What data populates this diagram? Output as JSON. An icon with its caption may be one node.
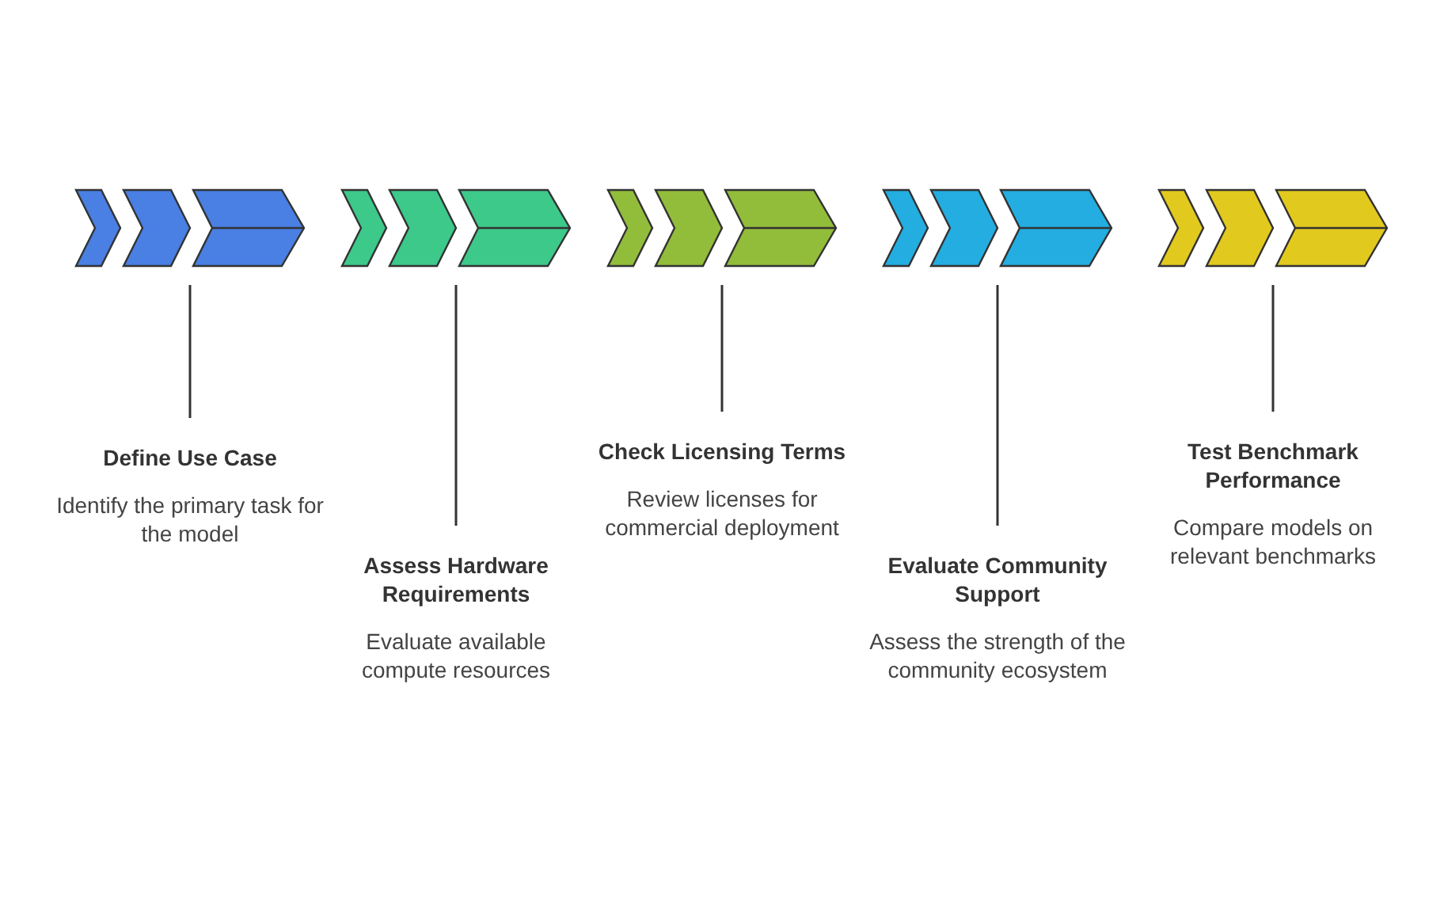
{
  "diagram": {
    "nodes": [
      {
        "text": [],
        "shape": "chevron"
      },
      {
        "text": [],
        "shape": "chevron"
      },
      {
        "text": [],
        "shape": "chevron"
      },
      {
        "text": [],
        "shape": "chevron"
      },
      {
        "text": [],
        "shape": "chevron"
      },
      {
        "text": [
          "Define Use Case",
          "Identify the primary task for the model"
        ]
      },
      {
        "text": [
          "Assess Hardware Requirements",
          "Evaluate available compute resources"
        ]
      },
      {
        "text": [
          "Check Licensing Terms",
          "Review licenses for commercial deployment"
        ]
      },
      {
        "text": [
          "Evaluate Community Support",
          "Assess the strength of the community ecosystem"
        ]
      },
      {
        "text": [
          "Test Benchmark Performance",
          "Compare models on relevant benchmarks"
        ]
      }
    ],
    "edges": [
      {
        "from": 5,
        "to": 0,
        "arrow": "none"
      },
      {
        "from": 6,
        "to": 1,
        "arrow": "none"
      },
      {
        "from": 7,
        "to": 2,
        "arrow": "none"
      },
      {
        "from": 8,
        "to": 3,
        "arrow": "none"
      },
      {
        "from": 9,
        "to": 4,
        "arrow": "none"
      }
    ]
  }
}
